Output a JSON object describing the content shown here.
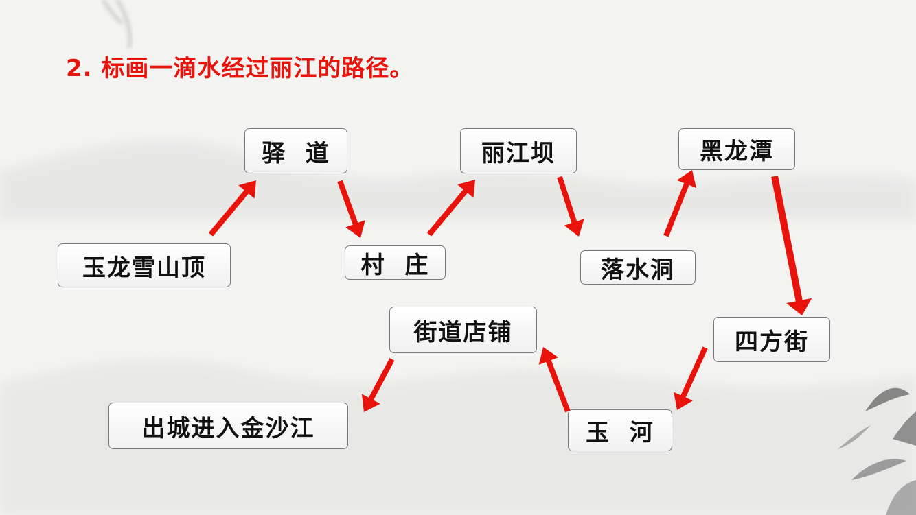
{
  "slide": {
    "title": "2. 标画一滴水经过丽江的路径。"
  },
  "nodes": {
    "yulong": "玉龙雪山顶",
    "yidao": "驿  道",
    "cunzhuang": "村  庄",
    "lijiangba": "丽江坝",
    "luoshuidong": "落水洞",
    "heilongtan": "黑龙潭",
    "sifangjie": "四方街",
    "yuhe": "玉  河",
    "jiedao": "街道店铺",
    "chucheng": "出城进入金沙江"
  },
  "colors": {
    "title": "#e8140c",
    "arrow": "#e8140c"
  }
}
